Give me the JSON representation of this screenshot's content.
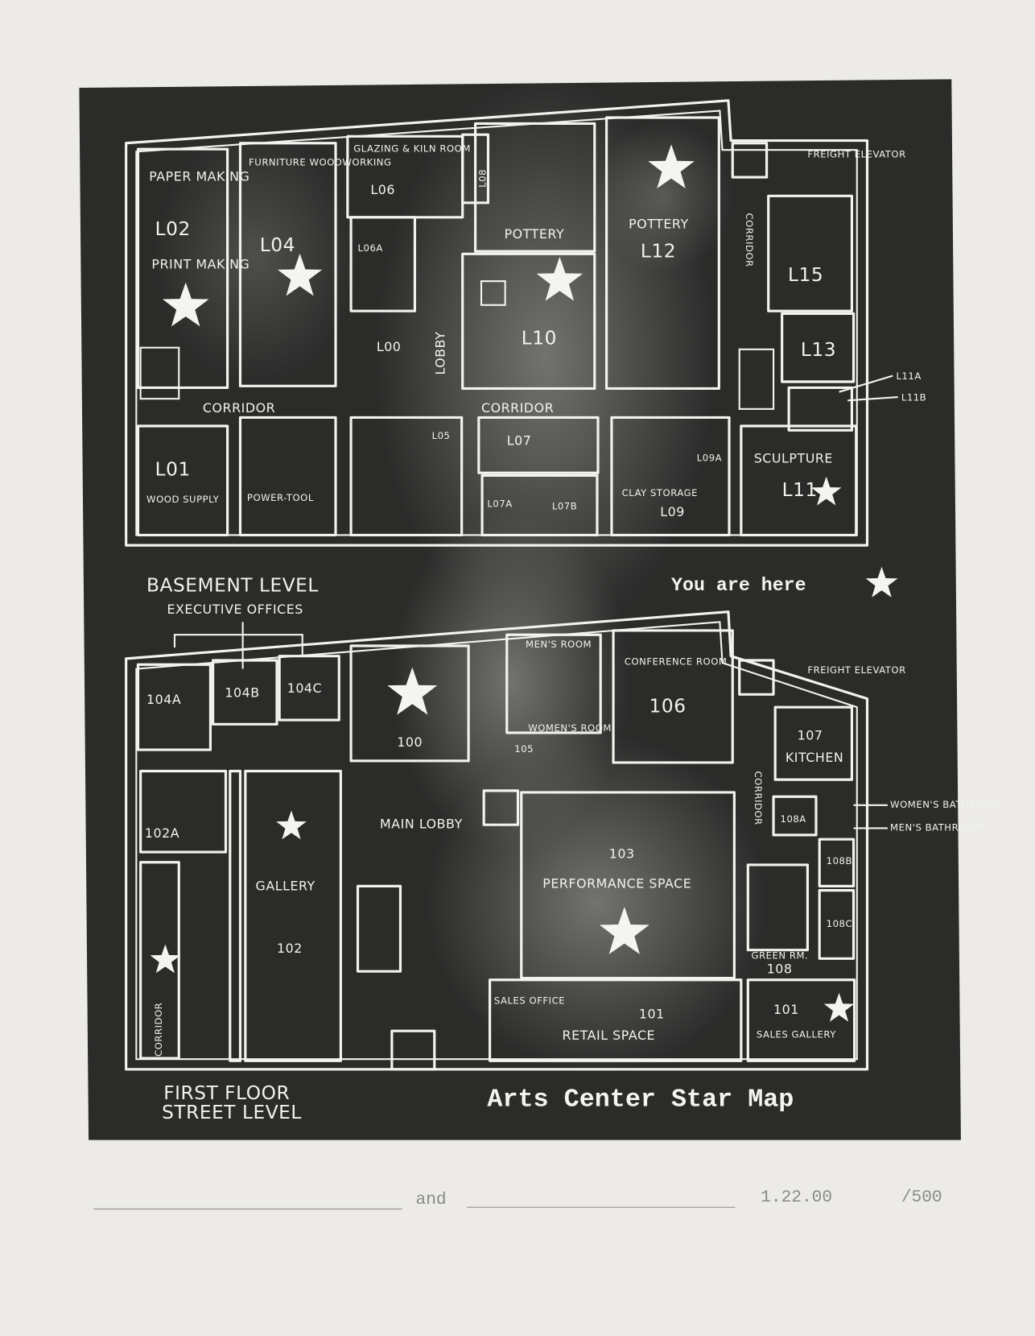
{
  "map": {
    "title": "Arts Center Star Map",
    "you_are_here": "You are here",
    "basement": {
      "level": "BASEMENT LEVEL",
      "sublevel": "EXECUTIVE OFFICES",
      "rooms": {
        "paper_making": "PAPER MAKING",
        "l02": "L02",
        "print_making": "PRINT MAKING",
        "furniture": "FURNITURE WOODWORKING",
        "l04": "L04",
        "glazing": "GLAZING & KILN ROOM",
        "l06": "L06",
        "l06a": "L06A",
        "l08": "L08",
        "l10_label": "POTTERY",
        "l10": "L10",
        "l12_label": "POTTERY",
        "l12": "L12",
        "lobby": "LOBBY",
        "l00": "L00",
        "freight": "FREIGHT ELEVATOR",
        "corridor_v": "CORRIDOR",
        "l15": "L15",
        "l13": "L13",
        "l11a": "L11A",
        "l11b": "L11B",
        "corridor_left": "CORRIDOR",
        "corridor_mid": "CORRIDOR",
        "l01": "L01",
        "wood_supply": "WOOD SUPPLY",
        "power_tool": "POWER-TOOL",
        "l05": "L05",
        "l07": "L07",
        "l07a": "L07A",
        "l07b": "L07B",
        "clay_storage": "CLAY STORAGE",
        "l09": "L09",
        "l09a": "L09A",
        "sculpture": "SCULPTURE",
        "l11": "L11"
      }
    },
    "first_floor": {
      "level": "FIRST FLOOR",
      "sublevel": "STREET LEVEL",
      "rooms": {
        "r104a": "104A",
        "r104b": "104B",
        "r104c": "104C",
        "r100": "100",
        "mens_room": "MEN'S ROOM",
        "womens_room": "WOMEN'S ROOM",
        "r105": "105",
        "conference": "CONFERENCE ROOM",
        "r106": "106",
        "freight": "FREIGHT ELEVATOR",
        "r107": "107",
        "kitchen": "KITCHEN",
        "corridor_right": "CORRIDOR",
        "r108a": "108A",
        "womens_bath": "WOMEN'S BATHROOM",
        "mens_bath": "MEN'S BATHROOM",
        "r108b": "108B",
        "r108c": "108C",
        "green_room": "GREEN RM.",
        "r108": "108",
        "r101_sales": "101",
        "sales_gallery": "SALES GALLERY",
        "r102a": "102A",
        "gallery": "GALLERY",
        "r102": "102",
        "main_lobby": "MAIN LOBBY",
        "r103": "103",
        "performance": "PERFORMANCE SPACE",
        "sales_office": "SALES OFFICE",
        "r101": "101",
        "retail": "RETAIL SPACE",
        "corridor_left": "CORRIDOR"
      }
    }
  },
  "footer": {
    "and": "and",
    "date": "1.22.00",
    "edition": "/500"
  }
}
